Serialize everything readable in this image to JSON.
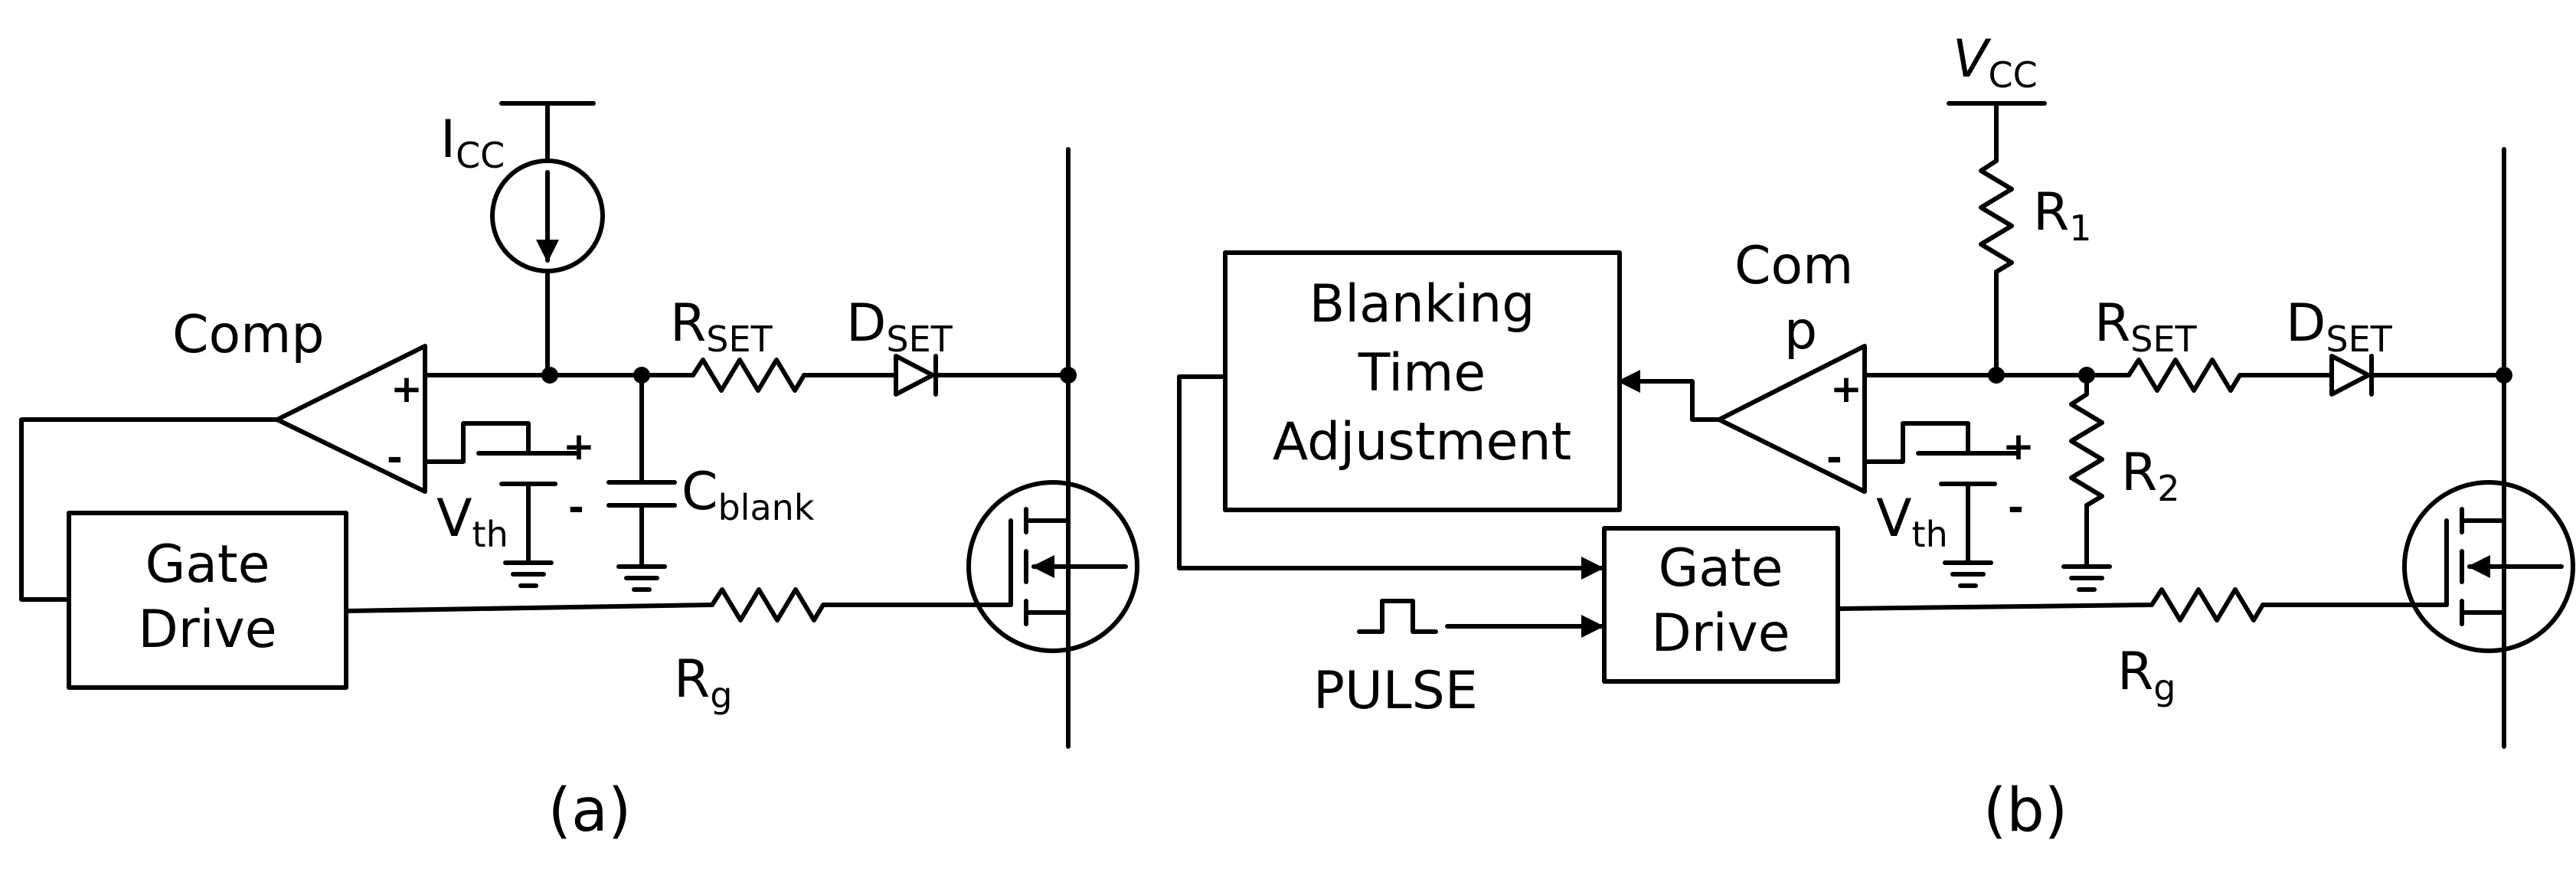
{
  "panel_a": {
    "caption": "(a)",
    "icc": {
      "main": "I",
      "sub": "CC"
    },
    "comp": "Comp",
    "plus": "+",
    "minus": "-",
    "vth": {
      "main": "V",
      "sub": "th"
    },
    "vth_plus": "+",
    "vth_minus": "-",
    "rset": {
      "main": "R",
      "sub": "SET"
    },
    "dset": {
      "main": "D",
      "sub": "SET"
    },
    "cblank": {
      "main": "C",
      "sub": "blank"
    },
    "gate_drive": {
      "line1": "Gate",
      "line2": "Drive"
    },
    "rg": {
      "main": "R",
      "sub": "g"
    }
  },
  "panel_b": {
    "caption": "(b)",
    "vcc": {
      "main": "V",
      "sub": "CC"
    },
    "r1": {
      "main": "R",
      "sub": "1"
    },
    "r2": {
      "main": "R",
      "sub": "2"
    },
    "comp": {
      "line1": "Com",
      "line2": "p"
    },
    "plus": "+",
    "minus": "-",
    "vth": {
      "main": "V",
      "sub": "th"
    },
    "vth_plus": "+",
    "vth_minus": "-",
    "rset": {
      "main": "R",
      "sub": "SET"
    },
    "dset": {
      "main": "D",
      "sub": "SET"
    },
    "blanking": {
      "line1": "Blanking",
      "line2": "Time",
      "line3": "Adjustment"
    },
    "gate_drive": {
      "line1": "Gate",
      "line2": "Drive"
    },
    "pulse": "PULSE",
    "rg": {
      "main": "R",
      "sub": "g"
    }
  }
}
